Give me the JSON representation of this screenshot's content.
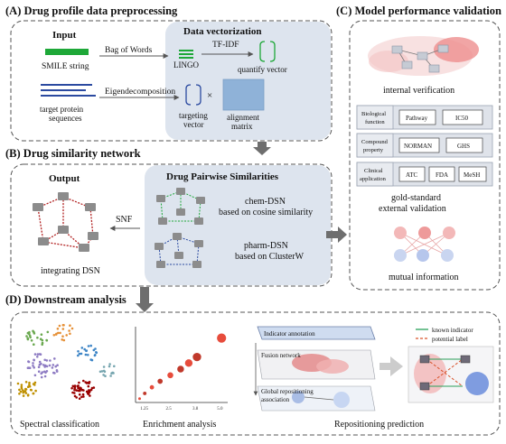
{
  "sections": {
    "a": {
      "title": "(A) Drug profile data preprocessing",
      "input_label": "Input",
      "vectorization_label": "Data vectorization",
      "smile_label": "SMILE string",
      "bag_of_words": "Bag of Words",
      "lingo_label": "LINGO",
      "tfidf_label": "TF-IDF",
      "quantify_vector": "quantify vector",
      "protein_label_line1": "target protein",
      "protein_label_line2": "sequences",
      "eigen_label": "Eigendecomposition",
      "targeting_line1": "targeting",
      "targeting_line2": "vector",
      "times": "×",
      "alignment_line1": "alignment",
      "alignment_line2": "matrix"
    },
    "b": {
      "title": "(B) Drug similarity network",
      "output_label": "Output",
      "pairwise_label": "Drug Pairwise Similarities",
      "snf_label": "SNF",
      "integrating_label": "integrating DSN",
      "chem_line1": "chem-DSN",
      "chem_line2": "based on cosine similarity",
      "pharm_line1": "pharm-DSN",
      "pharm_line2": "based on ClusterW"
    },
    "c": {
      "title": "(C) Model performance validation",
      "internal_label": "internal verification",
      "rows": [
        {
          "head_line1": "Biological",
          "head_line2": "function",
          "items": [
            "Pathway",
            "IC50"
          ]
        },
        {
          "head_line1": "Compound",
          "head_line2": "property",
          "items": [
            "NORMAN",
            "GHS"
          ]
        },
        {
          "head_line1": "Clinical",
          "head_line2": "application",
          "items": [
            "ATC",
            "FDA",
            "MeSH"
          ]
        }
      ],
      "gold_line1": "gold-standard",
      "gold_line2": "external validation",
      "mutual_label": "mutual information"
    },
    "d": {
      "title": "(D) Downstream analysis",
      "spectral_label": "Spectral classification",
      "enrichment_label": "Enrichment analysis",
      "repositioning_label": "Repositioning prediction",
      "indicator_annotation": "Indicator annotation",
      "fusion_network": "Fusion network",
      "global_line1": "Global repositioning",
      "global_line2": "association",
      "legend_known": "known indicator",
      "legend_potential": "potential label"
    }
  },
  "colors": {
    "panel_border": "#555555",
    "shaded_panel": "#dde4ee",
    "green": "#1ea838",
    "blue_line": "#2b4aa0",
    "node_gray": "#8c8c8c",
    "red_edge": "#b22222",
    "arrow_gray": "#6e6e6e"
  },
  "chart_data": {
    "type": "scatter",
    "title": "",
    "x_tick_labels": [
      "1.25",
      "2.5",
      "3.8",
      "5.0"
    ],
    "points": [
      {
        "x": 1.0,
        "y": 0.05
      },
      {
        "x": 1.25,
        "y": 0.12
      },
      {
        "x": 1.6,
        "y": 0.2
      },
      {
        "x": 2.0,
        "y": 0.28
      },
      {
        "x": 2.5,
        "y": 0.36
      },
      {
        "x": 3.0,
        "y": 0.44
      },
      {
        "x": 3.4,
        "y": 0.52
      },
      {
        "x": 3.8,
        "y": 0.6
      },
      {
        "x": 5.0,
        "y": 0.85
      }
    ],
    "xlim": [
      0.8,
      5.3
    ],
    "ylim": [
      0,
      1
    ]
  }
}
